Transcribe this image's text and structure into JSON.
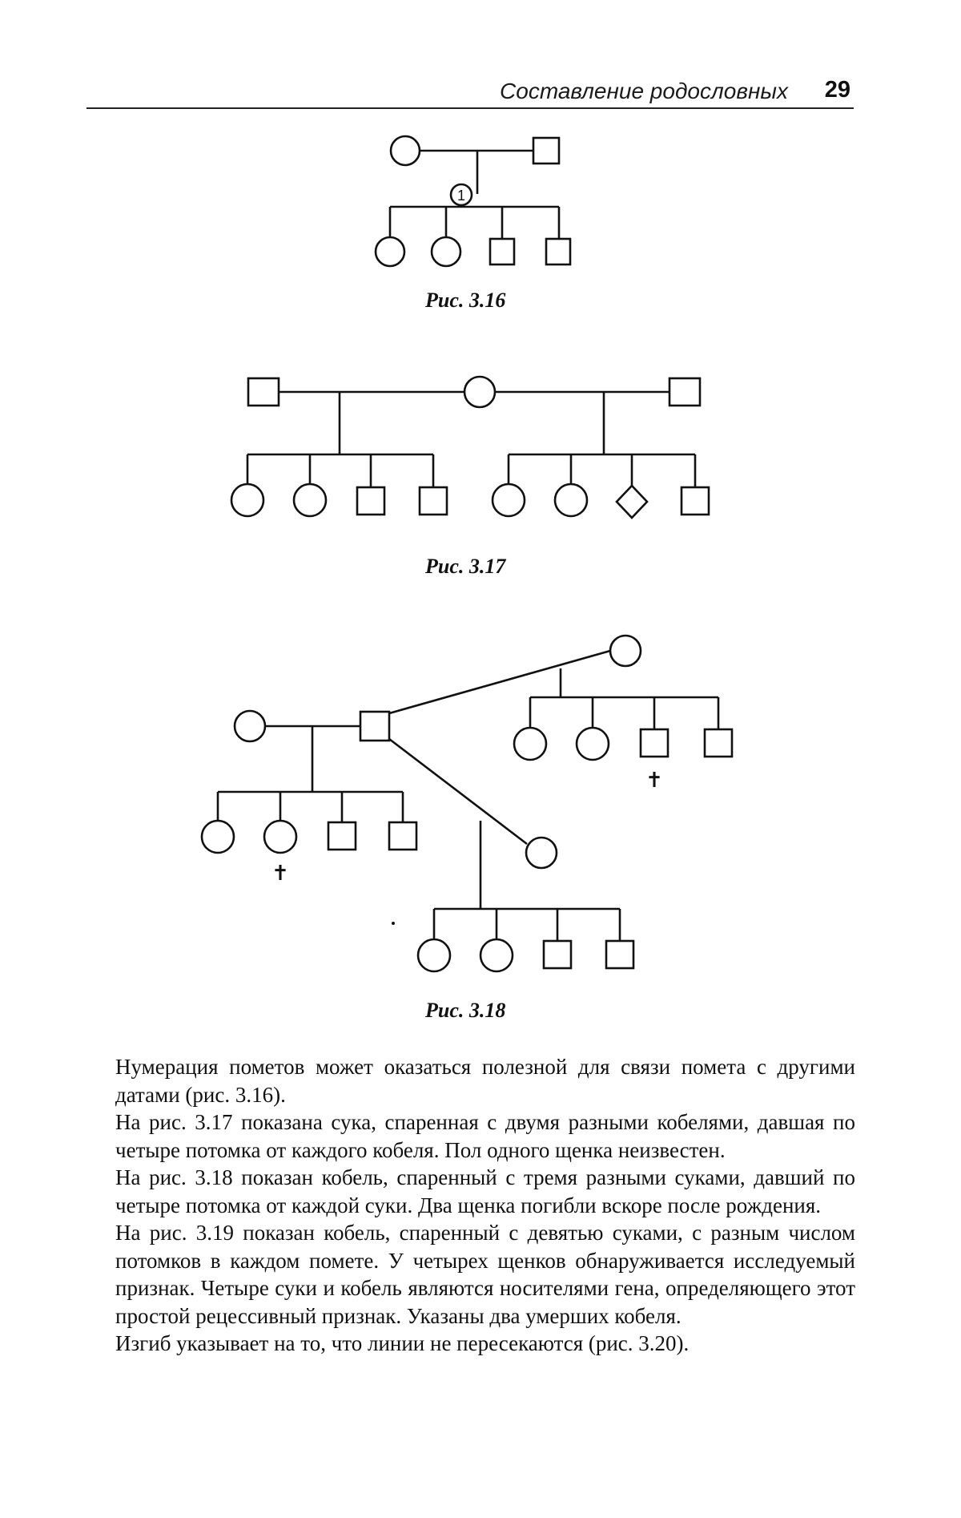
{
  "header": {
    "title": "Составление родословных",
    "page_number": "29"
  },
  "figures": {
    "fig316": {
      "caption": "Рис. 3.16",
      "litter_number": "1"
    },
    "fig317": {
      "caption": "Рис. 3.17"
    },
    "fig318": {
      "caption": "Рис. 3.18",
      "deceased_mark": "✝"
    }
  },
  "paragraphs": [
    "Нумерация пометов может оказаться полезной для связи помета с другими датами (рис. 3.16).",
    "На рис. 3.17 показана сука, спаренная с двумя разными кобелями, давшая по четыре потомка от каждого кобеля. Пол одного щенка неизвестен.",
    "На рис. 3.18 показан кобель, спаренный с тремя разными суками, давший по четыре потомка от каждой суки. Два щенка погибли вскоре после рождения.",
    "На рис. 3.19 показан кобель, спаренный с девятью суками, с разным числом потомков в каждом помете. У четырех щенков обнаруживается исследуемый признак. Четыре суки и кобель являются носителями гена, определяющего этот простой рецессивный признак. Указаны два умерших кобеля.",
    "Изгиб указывает на то, что линии не пересекаются (рис. 3.20)."
  ]
}
